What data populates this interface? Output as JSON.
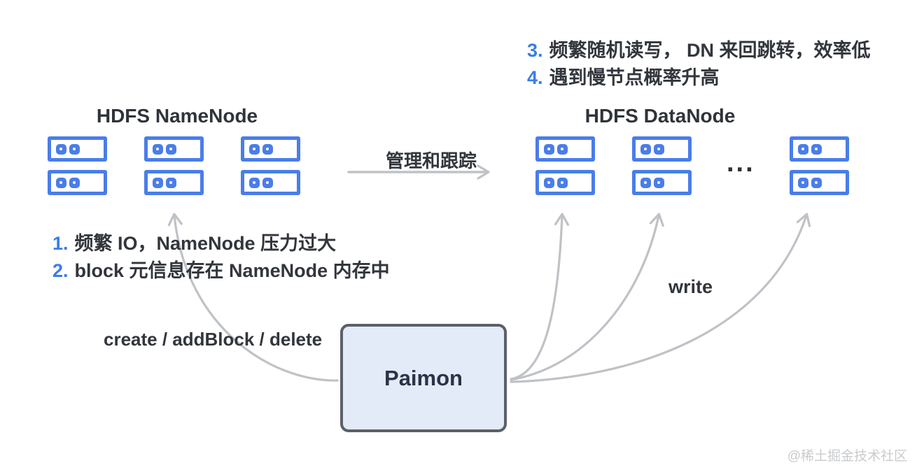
{
  "colors": {
    "icon_blue": "#4a7de9",
    "number_blue": "#3b7ce8",
    "text_dark": "#32363c",
    "arrow_gray": "#bfc2c6",
    "paimon_fill": "#e3eaf8",
    "paimon_border": "#5b6169",
    "watermark_gray": "#c9cbcd"
  },
  "namenode": {
    "title": "HDFS NameNode",
    "icon": "server-rack-icon",
    "stack_count": 3
  },
  "datanode": {
    "title": "HDFS DataNode",
    "icon": "server-rack-icon",
    "stack_count": 3,
    "ellipsis": "..."
  },
  "notes_left": {
    "items": [
      {
        "num": "1.",
        "text": "频繁 IO，NameNode 压力过大"
      },
      {
        "num": "2.",
        "text": "block 元信息存在 NameNode 内存中"
      }
    ]
  },
  "notes_right": {
    "items": [
      {
        "num": "3.",
        "text": "频繁随机读写， DN 来回跳转，效率低"
      },
      {
        "num": "4.",
        "text": "遇到慢节点概率升高"
      }
    ]
  },
  "labels": {
    "manage_track": "管理和跟踪",
    "create_ops": "create / addBlock / delete",
    "write": "write",
    "paimon": "Paimon"
  },
  "watermark": "@稀土掘金技术社区"
}
